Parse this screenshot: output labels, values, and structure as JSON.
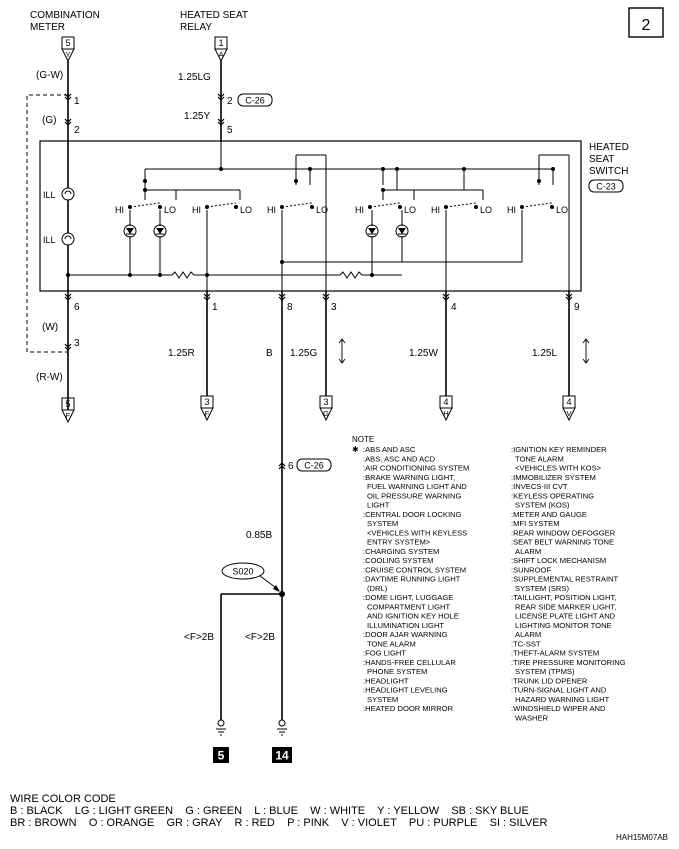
{
  "page_number": "2",
  "top_labels": {
    "combination_meter": [
      "COMBINATION",
      "METER"
    ],
    "heated_seat_relay": [
      "HEATED SEAT",
      "RELAY"
    ]
  },
  "connectors": {
    "combination_meter_top": {
      "num": "5",
      "letter": "Y"
    },
    "relay_top": {
      "num": "1",
      "letter": "A"
    },
    "bottom_left": {
      "num": "5",
      "letter": "F"
    },
    "bottom_1": {
      "num": "3",
      "letter": "F"
    },
    "bottom_3": {
      "num": "3",
      "letter": "G"
    },
    "bottom_4": {
      "num": "4",
      "letter": "H"
    },
    "bottom_9": {
      "num": "4",
      "letter": "V"
    }
  },
  "wires": {
    "gw": "(G-W)",
    "g": "(G)",
    "w": "(W)",
    "rw": "(R-W)",
    "lg125": "1.25LG",
    "y125": "1.25Y",
    "r125": "1.25R",
    "b": "B",
    "g125": "1.25G",
    "w125": "1.25W",
    "l125": "1.25L",
    "b085": "0.85B",
    "f2b_left": "<F>2B",
    "f2b_right": "<F>2B"
  },
  "pins": {
    "p1_top": "1",
    "p2_top": "2",
    "p2_relay": "2",
    "p5": "5",
    "p6": "6",
    "p3_left": "3",
    "p1": "1",
    "p8": "8",
    "p3": "3",
    "p4": "4",
    "p9": "9",
    "p6_lower": "6"
  },
  "connector_refs": {
    "c26_top": "C-26",
    "c26_lower": "C-26",
    "c23": "C-23"
  },
  "heated_seat_switch": [
    "HEATED",
    "SEAT",
    "SWITCH"
  ],
  "switch_labels": {
    "ill1": "ILL",
    "ill2": "ILL",
    "hi1": "HI",
    "lo1": "LO",
    "hi2": "HI",
    "lo2": "LO",
    "hi3": "HI",
    "lo3": "LO",
    "hi4": "HI",
    "lo4": "LO",
    "hi5": "HI",
    "lo5": "LO",
    "hi6": "HI",
    "lo6": "LO"
  },
  "splice": "S020",
  "grounds": {
    "left": "5",
    "right": "14"
  },
  "note": {
    "title": "NOTE",
    "star": "✱",
    "col1": [
      ":ABS AND ASC",
      ":ABS, ASC AND ACD",
      ":AIR CONDITIONING SYSTEM",
      ":BRAKE WARNING LIGHT,",
      "FUEL WARNING LIGHT AND",
      "OIL PRESSURE WARNING",
      "LIGHT",
      ":CENTRAL DOOR LOCKING",
      "SYSTEM",
      "<VEHICLES WITH KEYLESS",
      "ENTRY SYSTEM>",
      ":CHARGING SYSTEM",
      ":COOLING SYSTEM",
      ":CRUISE CONTROL SYSTEM",
      ":DAYTIME RUNNING LIGHT",
      "(DRL)",
      ":DOME LIGHT, LUGGAGE",
      "COMPARTMENT LIGHT",
      "AND IGNITION KEY HOLE",
      "ILLUMINATION LIGHT",
      ":DOOR AJAR WARNING",
      "TONE ALARM",
      ":FOG LIGHT",
      ":HANDS-FREE CELLULAR",
      "PHONE SYSTEM",
      ":HEADLIGHT",
      ":HEADLIGHT LEVELING",
      "SYSTEM",
      ":HEATED DOOR MIRROR"
    ],
    "col2": [
      ":IGNITION KEY REMINDER",
      "TONE ALARM",
      "<VEHICLES WITH KOS>",
      ":IMMOBILIZER SYSTEM",
      ":INVECS-III CVT",
      ":KEYLESS OPERATING",
      "SYSTEM (KOS)",
      ":METER AND GAUGE",
      ":MFI SYSTEM",
      ":REAR WINDOW DEFOGGER",
      ":SEAT BELT WARNING TONE",
      "ALARM",
      ":SHIFT LOCK MECHANISM",
      ":SUNROOF",
      ":SUPPLEMENTAL RESTRAINT",
      "SYSTEM (SRS)",
      ":TAILLIGHT, POSITION LIGHT,",
      "REAR SIDE MARKER LIGHT,",
      "LICENSE PLATE LIGHT AND",
      "LIGHTING MONITOR TONE",
      "ALARM",
      ":TC-SST",
      ":THEFT-ALARM SYSTEM",
      ":TIRE PRESSURE MONITORING",
      "SYSTEM (TPMS)",
      ":TRUNK LID OPENER",
      ":TURN-SIGNAL LIGHT AND",
      "HAZARD WARNING LIGHT",
      ":WINDSHIELD WIPER AND",
      "WASHER"
    ]
  },
  "color_code": {
    "title": "WIRE COLOR CODE",
    "line1": "B : BLACK    LG : LIGHT GREEN    G : GREEN    L : BLUE    W : WHITE    Y : YELLOW    SB : SKY BLUE",
    "line2": "BR : BROWN    O : ORANGE    GR : GRAY    R : RED    P : PINK    V : VIOLET    PU : PURPLE    SI : SILVER"
  },
  "figure_code": "HAH15M07AB"
}
